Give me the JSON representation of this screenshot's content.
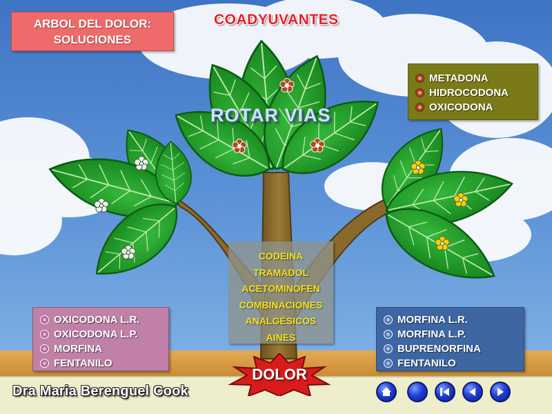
{
  "title_box": {
    "line1": "ARBOL DEL DOLOR:",
    "line2": "SOLUCIONES"
  },
  "top_title": "COADYUVANTES",
  "canopy_label": "ROTAR  VIAS",
  "opioids_strong_top": [
    "METADONA",
    "HIDROCODONA",
    "OXICODONA"
  ],
  "center_list": [
    "CODEINA",
    "TRAMADOL",
    "ACETOMINOFEN",
    "COMBINACIONES",
    "ANALGÉSICOS",
    "AINES"
  ],
  "left_box": [
    "OXICODONA  L.R.",
    "OXICODONA  L.P.",
    "MORFINA",
    "FENTANILO"
  ],
  "right_box": [
    "MORFINA L.R.",
    "MORFINA L.P.",
    "BUPRENORFINA",
    "FENTANILO"
  ],
  "dolor_label": "DOLOR",
  "author": "Dra Maria Berenguel Cook",
  "nav_buttons": [
    {
      "name": "home",
      "icon": "home-icon"
    },
    {
      "name": "blank",
      "icon": "blank-icon"
    },
    {
      "name": "first",
      "icon": "first-icon"
    },
    {
      "name": "prev",
      "icon": "prev-icon"
    },
    {
      "name": "next",
      "icon": "next-icon"
    }
  ],
  "colors": {
    "title_box": "#ef6a6a",
    "top_title": "#e8202a",
    "olive_box": "#7a7a18",
    "mauve_box": "#c080a8",
    "blue_box": "#3d66a3",
    "dolor_star": "#d81c1c",
    "leaf": "#22a32a",
    "trunk": "#8a6a2a",
    "center_text": "#f5e11e"
  }
}
